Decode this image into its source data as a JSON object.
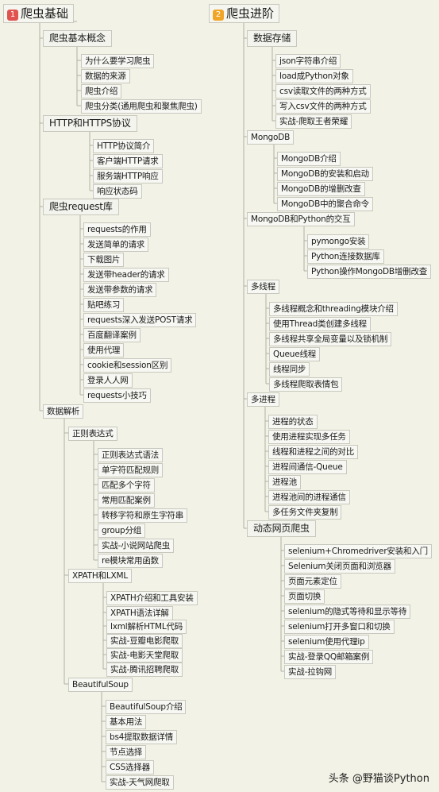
{
  "colors": {
    "line": "#b0b0a4",
    "badge1": "#e0524f",
    "badge2": "#f0a528"
  },
  "watermark": "头条 @野猫谈Python",
  "left": {
    "badge": "1",
    "title": "爬虫基础",
    "groups": [
      {
        "label": "爬虫基本概念",
        "items": [
          "为什么要学习爬虫",
          "数据的来源",
          "爬虫介绍",
          "爬虫分类(通用爬虫和聚焦爬虫)"
        ]
      },
      {
        "label": "HTTP和HTTPS协议",
        "items": [
          "HTTP协议简介",
          "客户端HTTP请求",
          "服务端HTTP响应",
          "响应状态码"
        ]
      },
      {
        "label": "爬虫request库",
        "items": [
          "requests的作用",
          "发送简单的请求",
          "下载图片",
          "发送带header的请求",
          "发送带参数的请求",
          "贴吧练习",
          "requests深入发送POST请求",
          "百度翻译案例",
          "使用代理",
          "cookie和session区别",
          "登录人人网",
          "requests小技巧"
        ]
      },
      {
        "label": "数据解析",
        "subgroups": [
          {
            "label": "正则表达式",
            "items": [
              "正则表达式语法",
              "单字符匹配规则",
              "匹配多个字符",
              "常用匹配案例",
              "转移字符和原生字符串",
              "group分组",
              "实战-小说网站爬虫",
              "re模块常用函数"
            ]
          },
          {
            "label": "XPATH和LXML",
            "items": [
              "XPATH介绍和工具安装",
              "XPATH语法详解",
              "lxml解析HTML代码",
              "实战-豆瓣电影爬取",
              "实战-电影天堂爬取",
              "实战-腾讯招聘爬取"
            ]
          },
          {
            "label": "BeautifulSoup",
            "items": [
              "BeautifulSoup介绍",
              "基本用法",
              "bs4提取数据详情",
              "节点选择",
              "CSS选择器",
              "实战-天气网爬取"
            ]
          }
        ]
      }
    ]
  },
  "right": {
    "badge": "2",
    "title": "爬虫进阶",
    "groups": [
      {
        "label": "数据存储",
        "items": [
          "json字符串介绍",
          "load成Python对象",
          "csv读取文件的两种方式",
          "写入csv文件的两种方式",
          "实战-爬取王者荣耀"
        ]
      },
      {
        "label": "MongoDB",
        "items": [
          "MongoDB介绍",
          "MongoDB的安装和启动",
          "MongoDB的增删改查",
          "MongoDB中的聚合命令"
        ]
      },
      {
        "label": "MongoDB和Python的交互",
        "items": [
          "pymongo安装",
          "Python连接数据库",
          "Python操作MongoDB增删改查"
        ]
      },
      {
        "label": "多线程",
        "items": [
          "多线程概念和threading模块介绍",
          "使用Thread类创建多线程",
          "多线程共享全局变量以及锁机制",
          "Queue线程",
          "线程同步",
          "多线程爬取表情包"
        ]
      },
      {
        "label": "多进程",
        "items": [
          "进程的状态",
          "使用进程实现多任务",
          "线程和进程之间的对比",
          "进程间通信-Queue",
          "进程池",
          "进程池间的进程通信",
          "多任务文件夹复制"
        ]
      },
      {
        "label": "动态网页爬虫",
        "items": [
          "selenium+Chromedriver安装和入门",
          "Selenium关闭页面和浏览器",
          "页面元素定位",
          "页面切换",
          "selenium的隐式等待和显示等待",
          "selenium打开多窗口和切换",
          "selenium使用代理ip",
          "实战-登录QQ邮箱案例",
          "实战-拉钩网"
        ]
      }
    ]
  }
}
